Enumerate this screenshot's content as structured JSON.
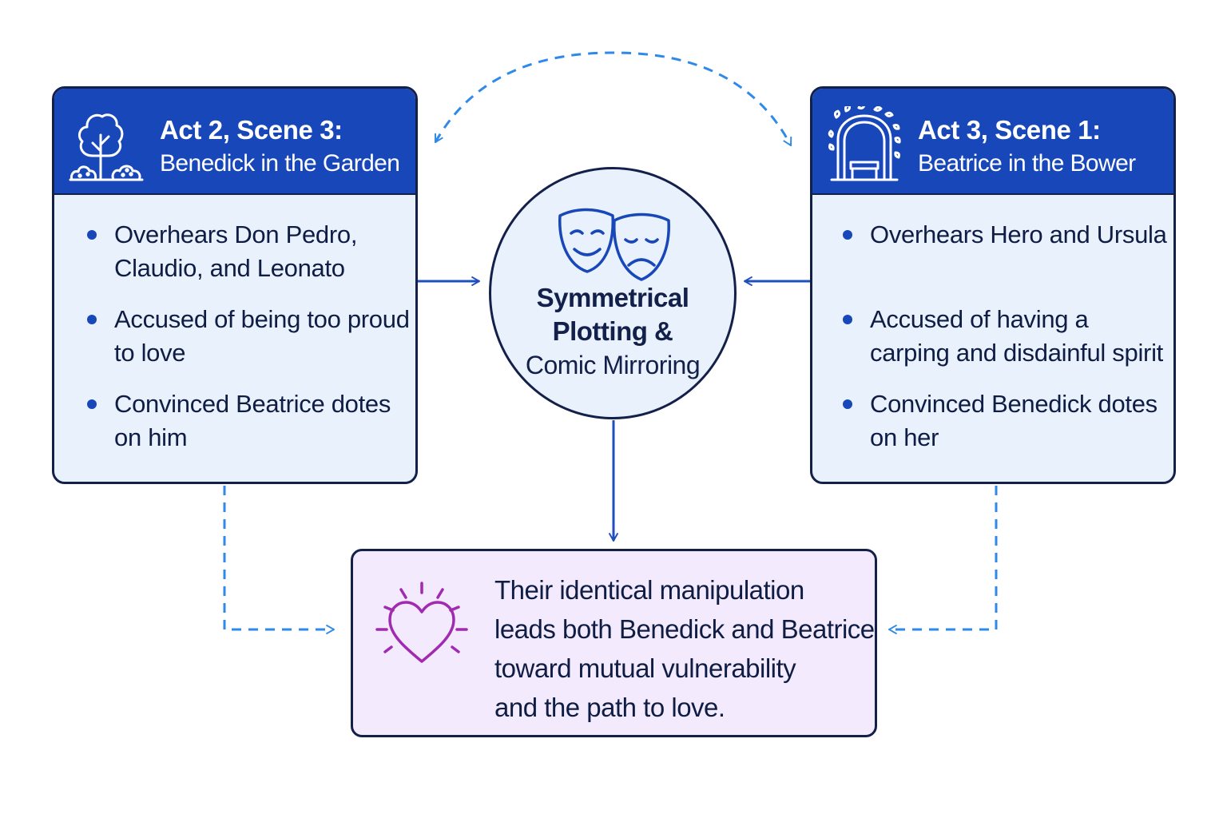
{
  "left_card": {
    "title": "Act 2, Scene 3:",
    "subtitle": "Benedick in the Garden",
    "icon": "tree-bushes-icon",
    "bullets": [
      "Overhears Don Pedro, Claudio, and Leonato",
      "Accused of being too proud to love",
      "Convinced Beatrice dotes on him"
    ]
  },
  "right_card": {
    "title": "Act 3, Scene 1:",
    "subtitle": "Beatrice in the Bower",
    "icon": "arbor-bench-icon",
    "bullets": [
      "Overhears Hero and Ursula",
      "Accused of having a carping and disdainful spirit",
      "Convinced Benedick dotes on her"
    ]
  },
  "hub": {
    "icon": "theater-masks-icon",
    "lines": [
      "Symmetrical",
      "Plotting &",
      "Comic Mirroring"
    ]
  },
  "outcome": {
    "icon": "heart-icon",
    "lines": [
      "Their identical manipulation",
      "leads both Benedick and Beatrice",
      "toward mutual vulnerability",
      "and the path to love."
    ]
  },
  "colors": {
    "header_blue": "#1747b9",
    "card_fill": "#e9f1fd",
    "outline_navy": "#13204a",
    "connector_blue": "#2f89e8",
    "outcome_fill": "#f3ebfd",
    "heart_purple": "#a02ab0"
  }
}
